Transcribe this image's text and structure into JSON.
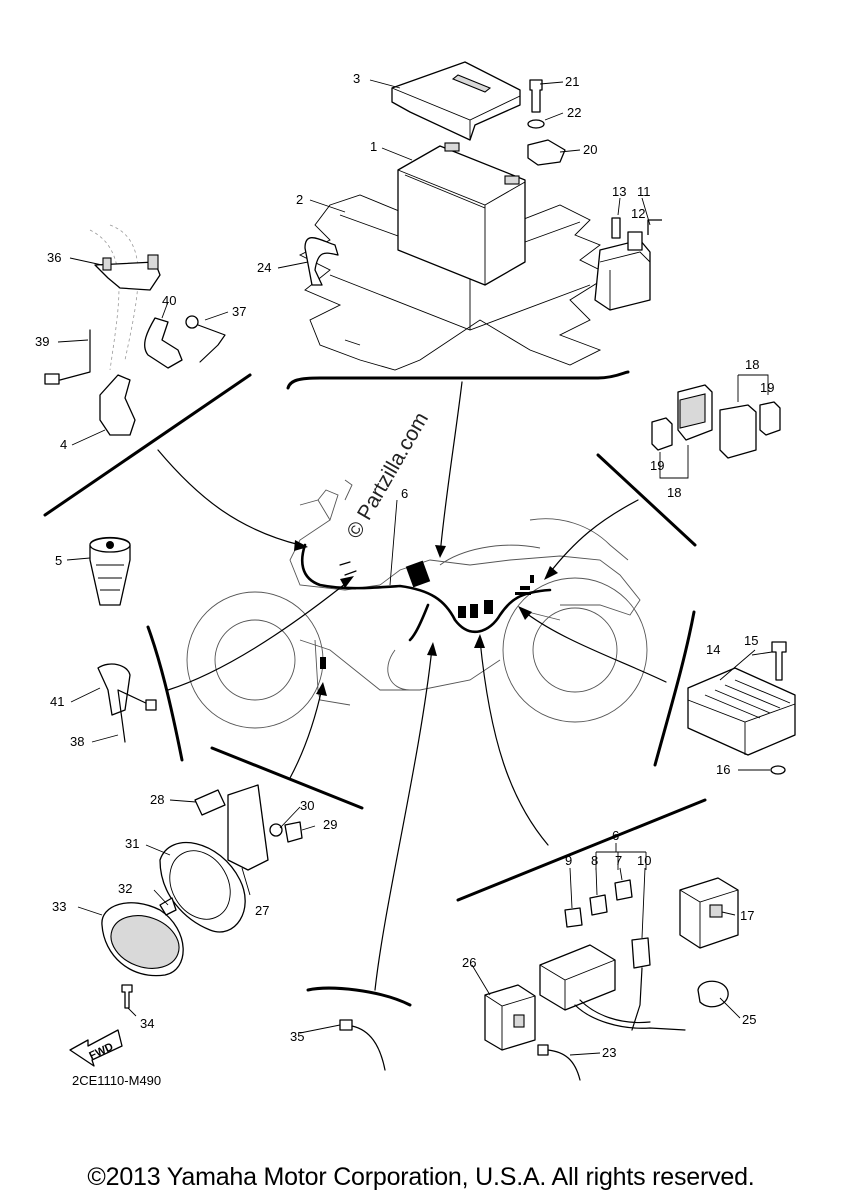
{
  "diagram_code": "2CE1110-M490",
  "copyright": "©2013 Yamaha Motor Corporation, U.S.A. All rights reserved.",
  "watermark": "© Partzilla.com",
  "fwd_label": "FWD",
  "callouts": {
    "c1": "1",
    "c2": "2",
    "c3": "3",
    "c4": "4",
    "c5": "5",
    "c6a": "6",
    "c6b": "6",
    "c7": "7",
    "c8": "8",
    "c9": "9",
    "c10": "10",
    "c11": "11",
    "c12": "12",
    "c13": "13",
    "c14": "14",
    "c15": "15",
    "c16": "16",
    "c17": "17",
    "c18a": "18",
    "c18b": "18",
    "c19a": "19",
    "c19b": "19",
    "c20": "20",
    "c21": "21",
    "c22": "22",
    "c23": "23",
    "c24": "24",
    "c25": "25",
    "c26": "26",
    "c27": "27",
    "c28": "28",
    "c29": "29",
    "c30": "30",
    "c31": "31",
    "c32": "32",
    "c33": "33",
    "c34": "34",
    "c35": "35",
    "c36": "36",
    "c37": "37",
    "c38": "38",
    "c39": "39",
    "c40": "40",
    "c41": "41"
  }
}
